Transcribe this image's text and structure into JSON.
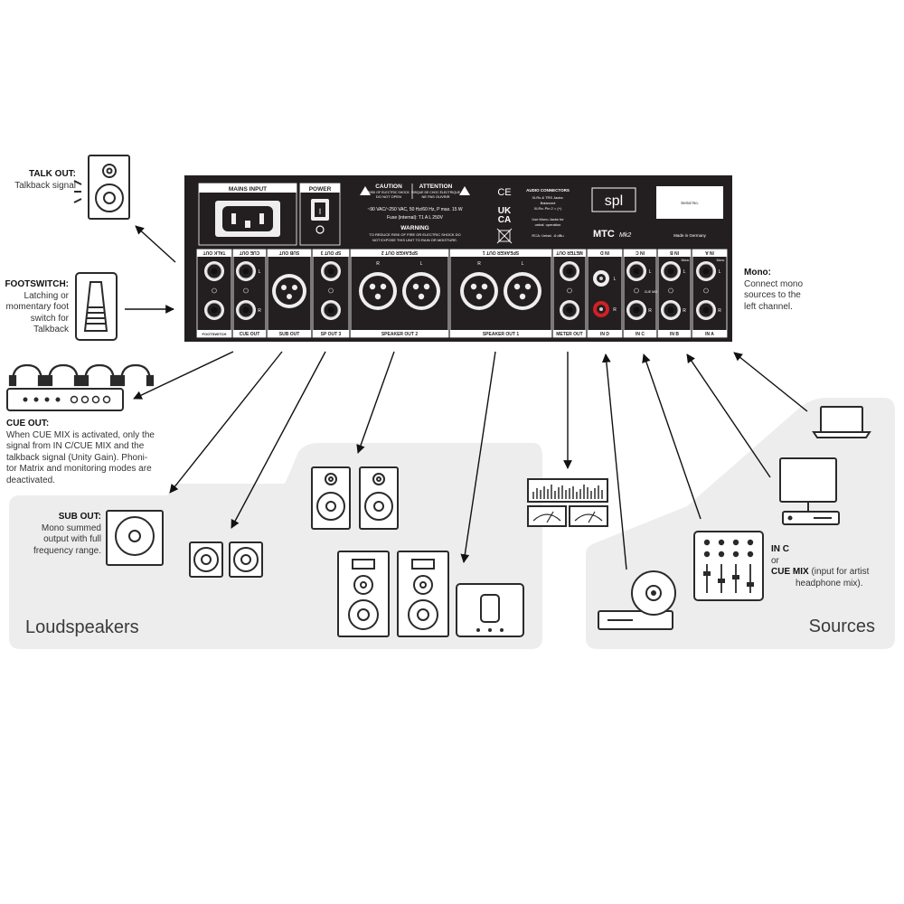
{
  "device": {
    "mains_input": "MAINS INPUT",
    "power": "POWER",
    "caution": "CAUTION",
    "attention": "ATTENTION",
    "caution_sub1": "RISK OF ELECTRIC SHOCK",
    "caution_sub2": "DO NOT OPEN",
    "attention_sub1": "RISQUE DE CHOC ÉLECTRIQUE",
    "attention_sub2": "NE PAS OUVRIR",
    "voltage": "~90 VAC/~250 VAC, 50 Hz/60 Hz, P max. 15 W",
    "fuse": "Fuse (internal): T1 A L 250V",
    "warning": "WARNING",
    "warning_text1": "TO REDUCE RISK OF FIRE OR ELECTRIC SHOCK DO",
    "warning_text2": "NOT EXPOSE THIS UNIT TO RAIN OR MOISTURE.",
    "ce": "CE",
    "ukca1": "UK",
    "ukca2": "CA",
    "audio_connectors": "AUDIO CONNECTORS",
    "ac_line1": "XLRs & TRS Jacks:",
    "ac_line2": "Balanced",
    "ac_line3": "XLRs: Pin 2 = (+)",
    "ac_line4": "Use Mono Jacks for",
    "ac_line5": "unbal. operation",
    "ac_line6": "RCA: Unbal. -6 dBu",
    "brand": "spl",
    "model": "MTC",
    "model_sub": "Mk2",
    "serial": "Serial No.",
    "made_in": "Made in Germany",
    "ports_top": [
      "TALK OUT",
      "CUE OUT",
      "SUB OUT",
      "SP OUT 3",
      "SPEAKER OUT 2",
      "SPEAKER OUT 1",
      "METER OUT",
      "IN D",
      "IN C",
      "IN B",
      "IN A"
    ],
    "ports_bottom": [
      "FOOTSWITCH",
      "CUE OUT",
      "SUB OUT",
      "SP OUT 3",
      "SPEAKER OUT 2",
      "SPEAKER OUT 1",
      "METER OUT",
      "IN D",
      "IN C",
      "IN B",
      "IN A"
    ],
    "ch_l": "L",
    "ch_r": "R",
    "cue_mix": "CUE MIX",
    "mono": "Mono"
  },
  "annotations": {
    "talk_out_title": "TALK OUT:",
    "talk_out_text": "Talkback signal",
    "footswitch_title": "FOOTSWITCH:",
    "footswitch_text": [
      "Latching or",
      "momentary foot",
      "switch for",
      "Talkback"
    ],
    "mono_title": "Mono:",
    "mono_text": [
      "Connect mono",
      "sources to the",
      "left channel."
    ],
    "cue_out_title": "CUE OUT:",
    "cue_out_text": [
      "When CUE MIX is activated, only the",
      "signal from IN C/CUE MIX and the",
      "talkback signal (Unity Gain). Phoni-",
      "tor Matrix and monitoring modes are",
      "deactivated."
    ],
    "sub_out_title": "SUB OUT:",
    "sub_out_text": [
      "Mono summed",
      "output with full",
      "frequency range."
    ],
    "in_c_title": "IN C",
    "in_c_or": "or",
    "cue_mix_title": "CUE MIX",
    "cue_mix_text": [
      "(input for artist",
      "headphone mix)."
    ]
  },
  "regions": {
    "loudspeakers": "Loudspeakers",
    "sources": "Sources"
  },
  "colors": {
    "panel": "#231f20",
    "panel_text": "#ffffff",
    "region_bg": "#ededed",
    "icon_stroke": "#2a2a2a",
    "rca_red": "#d21f26"
  }
}
